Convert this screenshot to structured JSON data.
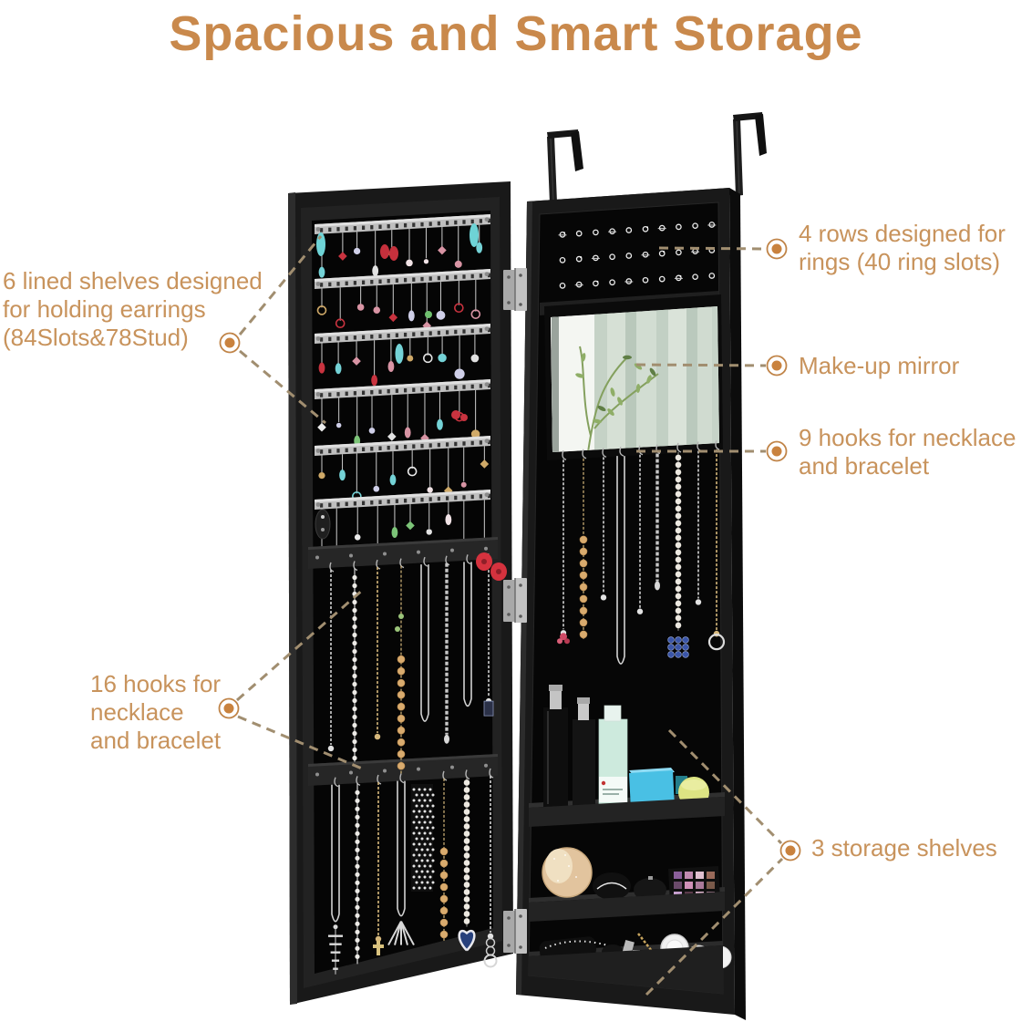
{
  "title": {
    "text": "Spacious and Smart Storage"
  },
  "callouts": {
    "left": [
      {
        "name": "earring-shelves",
        "lines": [
          "6 lined shelves designed",
          "for holding earrings",
          "(84Slots&78Stud)"
        ]
      },
      {
        "name": "hooks-16",
        "lines": [
          "16 hooks for",
          "necklace",
          "and bracelet"
        ]
      }
    ],
    "right": [
      {
        "name": "ring-rows",
        "lines": [
          "4 rows designed for",
          "rings (40 ring slots)"
        ]
      },
      {
        "name": "makeup-mirror",
        "lines": [
          "Make-up mirror"
        ]
      },
      {
        "name": "hooks-9",
        "lines": [
          "9 hooks for necklace",
          "and bracelet"
        ]
      },
      {
        "name": "storage-shelves",
        "lines": [
          "3 storage shelves"
        ]
      }
    ]
  },
  "colors": {
    "background": "#ffffff",
    "title_text": "#c9894c",
    "callout_text": "#c8935c",
    "leader_line": "#a18e70",
    "marker_dot": "#c9823e",
    "cabinet_black": "#191919",
    "mirror_surface": "#e9eee8"
  }
}
